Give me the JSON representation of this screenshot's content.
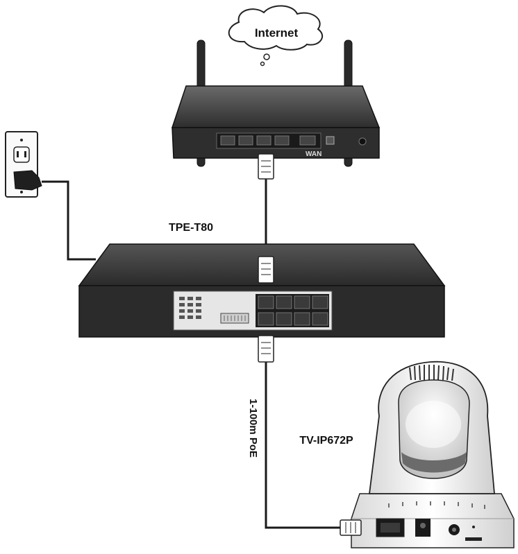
{
  "labels": {
    "internet": "Internet",
    "wan": "WAN",
    "switch_model": "TPE-T80",
    "camera_model": "TV-IP672P",
    "cable": "1-100m PoE"
  },
  "colors": {
    "cable": "#1a1a1a",
    "device_dark": "#2b2b2b",
    "device_top": "#4a4a4a",
    "camera_body": "#f2f2f2",
    "outline": "#111111"
  }
}
